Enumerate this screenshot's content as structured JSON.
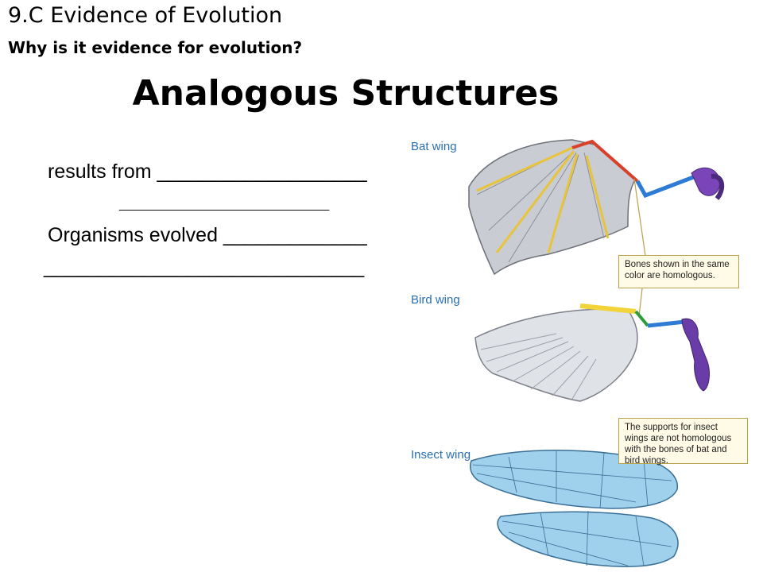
{
  "header": {
    "label": "9.C  Evidence of Evolution",
    "subtitle": "Why is it evidence for evolution?"
  },
  "title": "Analogous Structures",
  "notes": {
    "line1": "results from ___________________",
    "line2": "___________________",
    "line3": "Organisms evolved _____________",
    "line4": "_____________________________"
  },
  "figure": {
    "bat_label": "Bat wing",
    "bird_label": "Bird wing",
    "insect_label": "Insect wing",
    "callout_bones": "Bones shown in the same color are homologous.",
    "callout_insect": "The supports for insect wings are not homologous with the bones of bat and bird wings."
  },
  "colors": {
    "humerus": "#5b3fa8",
    "radius_ulna": "#2e7bd6",
    "carpals": "#2a9d3a",
    "digits_bat": "#d9402a",
    "digits": "#f2d43a",
    "membrane": "#b8bcc4",
    "insect_wing": "#8fc8e8"
  }
}
